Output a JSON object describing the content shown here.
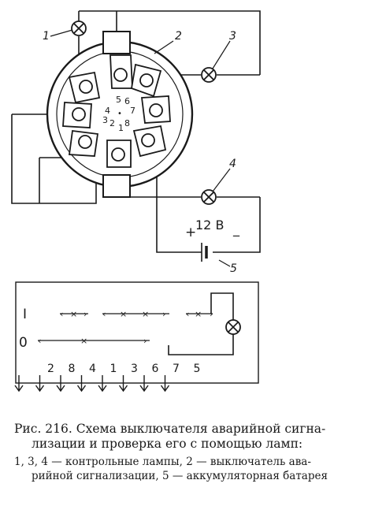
{
  "schematic": {
    "callouts": {
      "lamp1": "1",
      "switch2": "2",
      "lamp3": "3",
      "lamp4": "4",
      "battery5": "5"
    },
    "battery": {
      "voltage": "12 В",
      "plus": "+",
      "minus": "_"
    },
    "contacts": {
      "top_row": [
        "5",
        "6"
      ],
      "middle_row": [
        "4",
        "•",
        "7"
      ],
      "bottom_row": [
        "3",
        "2",
        "8"
      ],
      "center_mark": "1"
    }
  },
  "wiring_table": {
    "row_labels": {
      "position_on": "I",
      "position_off": "0"
    },
    "terminals": [
      "2",
      "8",
      "4",
      "1",
      "3",
      "6",
      "7",
      "5"
    ]
  },
  "caption": {
    "title_line1": "Рис. 216. Схема выключателя аварийной сигна-",
    "title_line2": "лизации и проверка его с помощью ламп:",
    "legend_line1": "1, 3, 4 — контрольные лампы, 2 — выключатель ава-",
    "legend_line2": "рийной сигнализации, 5 — аккумуляторная батарея"
  }
}
